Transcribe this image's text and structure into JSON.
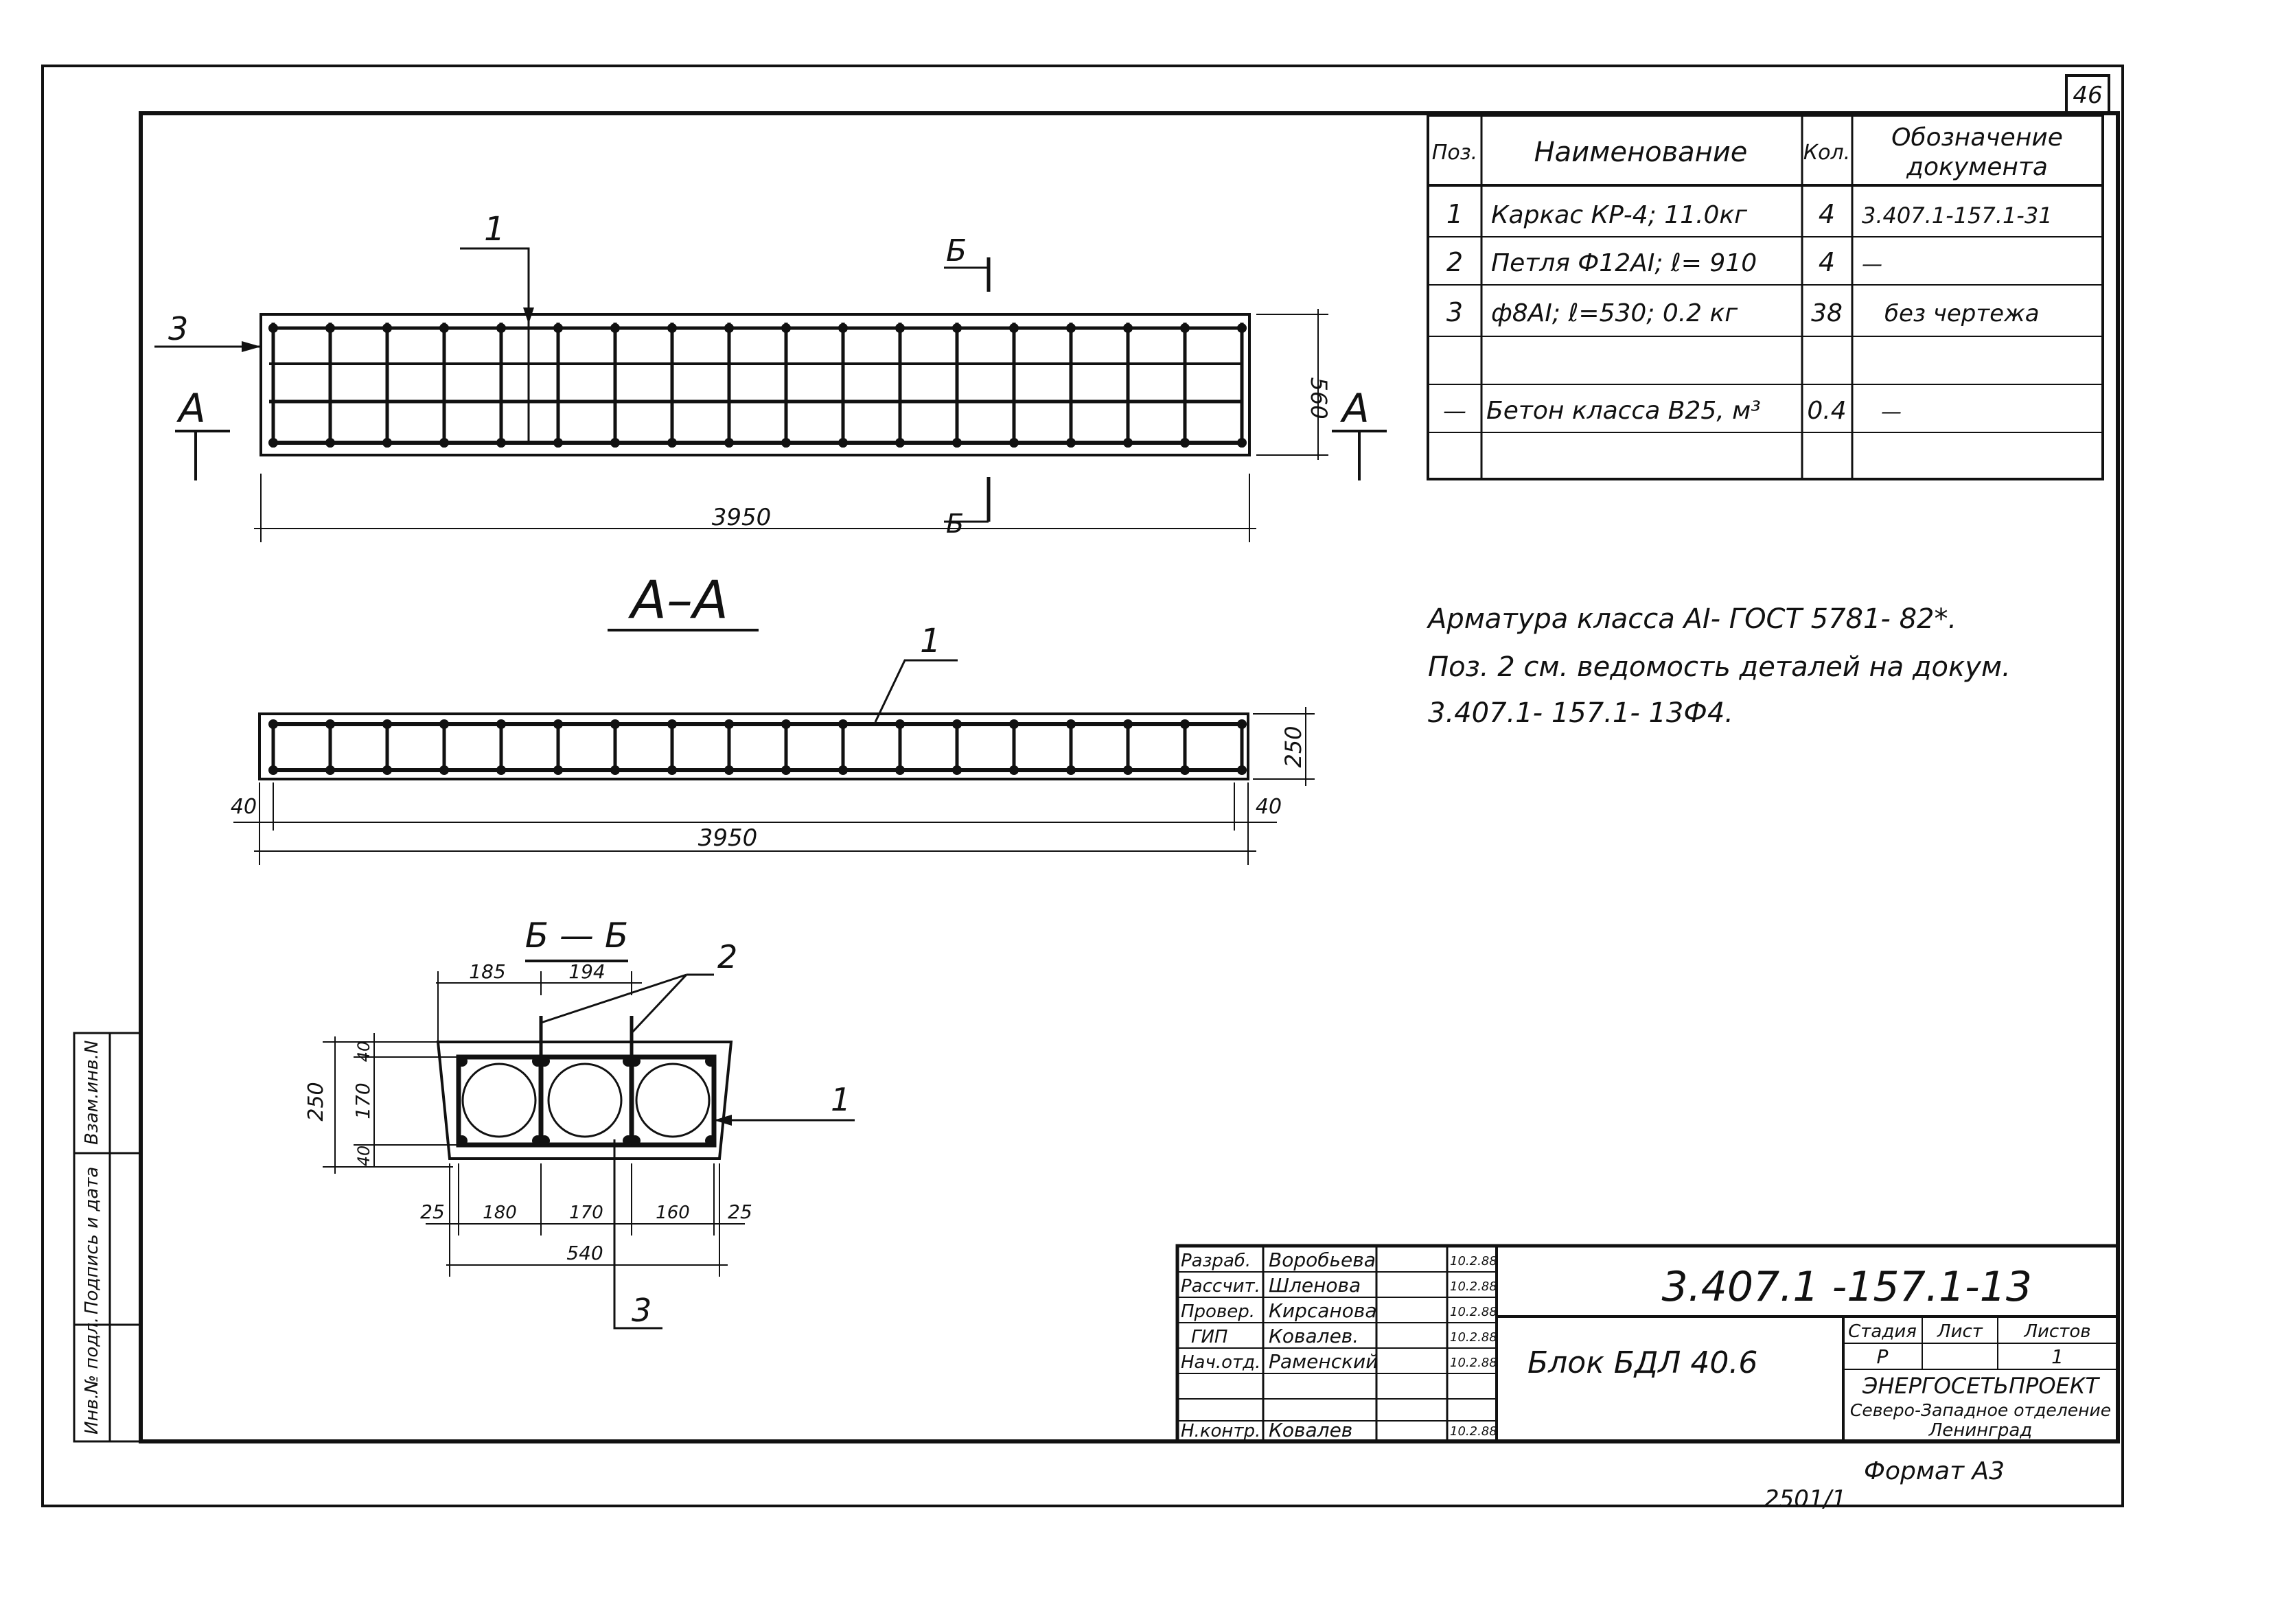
{
  "sheet_number": "46",
  "spec_table": {
    "headers": {
      "pos": "Поз.",
      "name": "Наименование",
      "qty": "Кол.",
      "doc_line1": "Обозначение",
      "doc_line2": "документа"
    },
    "rows": [
      {
        "pos": "1",
        "name": "Каркас  КР-4;  11.0кг",
        "qty": "4",
        "doc": "3.407.1-157.1-31"
      },
      {
        "pos": "2",
        "name": "Петля Ф12АI;  ℓ= 910",
        "qty": "4",
        "doc": "—"
      },
      {
        "pos": "3",
        "name": "ф8АI;  ℓ=530;  0.2 кг",
        "qty": "38",
        "doc": "без чертежа"
      },
      {
        "pos": "",
        "name": "",
        "qty": "",
        "doc": ""
      },
      {
        "pos": "—",
        "name": "Бетон класса  В25, м³",
        "qty": "0.4",
        "doc": "—"
      },
      {
        "pos": "",
        "name": "",
        "qty": "",
        "doc": ""
      }
    ]
  },
  "notes": [
    "Арматура класса АI- ГОСТ 5781- 82*.",
    "Поз. 2 см. ведомость деталей на докум.",
    "3.407.1- 157.1- 13Ф4."
  ],
  "plan_view": {
    "callout_1": "1",
    "callout_3": "3",
    "section_a_left": "А",
    "section_a_right": "А",
    "section_b_top": "Б",
    "section_b_bottom": "Б",
    "dim_length": "3950",
    "dim_height": "560"
  },
  "section_aa": {
    "title": "А–А",
    "callout_1": "1",
    "dim_height": "250",
    "dim_left": "40",
    "dim_right": "40",
    "dim_length": "3950"
  },
  "section_bb": {
    "title": "Б — Б",
    "callout_1": "1",
    "callout_2": "2",
    "callout_3": "3",
    "dim_top_1": "185",
    "dim_top_2": "194",
    "dim_h_total": "250",
    "dim_h_top": "40",
    "dim_h_mid": "170",
    "dim_h_bot": "40",
    "dim_b_1": "25",
    "dim_b_2": "180",
    "dim_b_3": "170",
    "dim_b_4": "160",
    "dim_b_5": "25",
    "dim_b_total": "540"
  },
  "side_stamp": [
    "Инв.№ подл.",
    "Подпись и дата",
    "Взам.инв.N"
  ],
  "title_block": {
    "roles": [
      {
        "role": "Разраб.",
        "name": "Воробьева",
        "date": "10.2.88"
      },
      {
        "role": "Рассчит.",
        "name": "Шленова",
        "date": "10.2.88"
      },
      {
        "role": "Провер.",
        "name": "Кирсанова",
        "date": "10.2.88"
      },
      {
        "role": "ГИП",
        "name": "Ковалев.",
        "date": "10.2.88"
      },
      {
        "role": "Нач.отд.",
        "name": "Раменский",
        "date": "10.2.88"
      },
      {
        "role": "",
        "name": "",
        "date": ""
      },
      {
        "role": "Н.контр.",
        "name": "Ковалев",
        "date": "10.2.88"
      }
    ],
    "doc_code": "3.407.1 -157.1-13",
    "item_title": "Блок  БДЛ 40.6",
    "stage_label": "Стадия",
    "sheet_label": "Лист",
    "sheets_label": "Листов",
    "stage_value": "Р",
    "sheets_value": "1",
    "org_line1": "ЭНЕРГОСЕТЬПРОЕКТ",
    "org_line2": "Северо-Западное отделение",
    "org_line3": "Ленинград"
  },
  "format": "Формат А3",
  "archive_number": "2501/1"
}
